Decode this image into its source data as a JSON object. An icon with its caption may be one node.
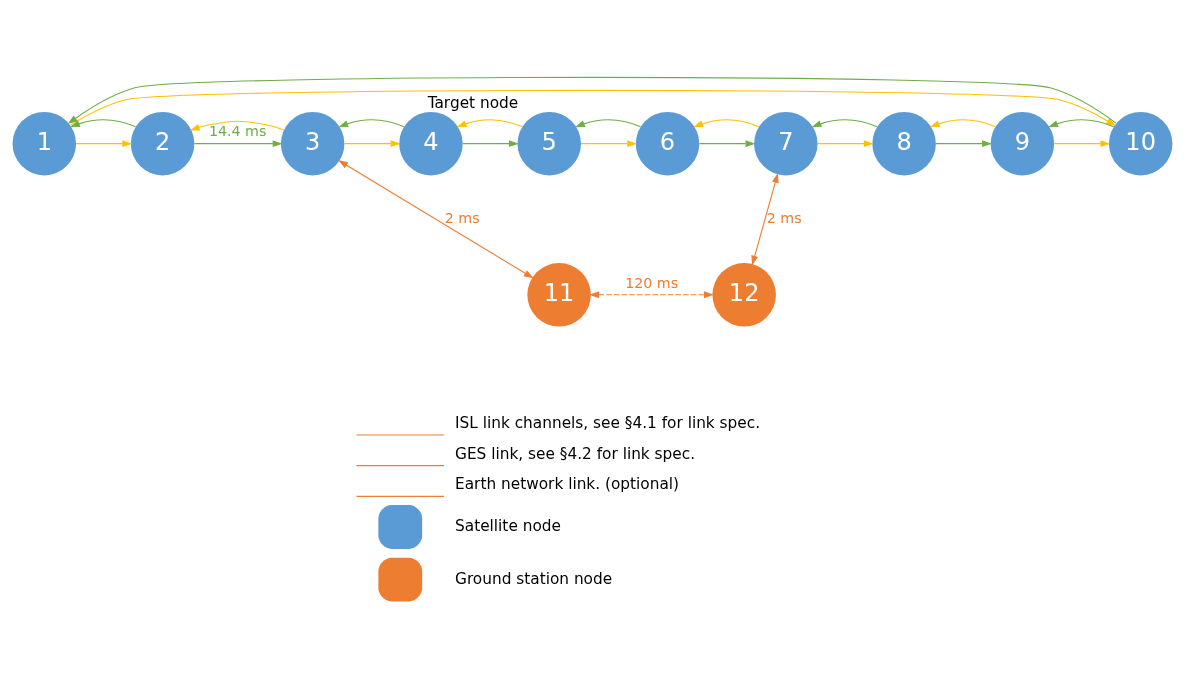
{
  "diagram": {
    "nodes": [
      {
        "text": [
          "1"
        ]
      },
      {
        "text": [
          "2"
        ]
      },
      {
        "text": [
          "3"
        ]
      },
      {
        "text": [
          "4"
        ]
      },
      {
        "text": [
          "5"
        ],
        "beside": [
          "Target node"
        ]
      },
      {
        "text": [
          "6"
        ]
      },
      {
        "text": [
          "7"
        ]
      },
      {
        "text": [
          "8"
        ]
      },
      {
        "text": [
          "9"
        ]
      },
      {
        "text": [
          "10"
        ]
      },
      {
        "text": [
          "11"
        ]
      },
      {
        "text": [
          "12"
        ]
      }
    ],
    "edges": [
      {
        "from": 0,
        "to": 1,
        "arrow": "to",
        "color": "#ffc000"
      },
      {
        "from": 1,
        "to": 2,
        "arrow": "to",
        "color": "#70ad47",
        "label": "14.4 ms"
      },
      {
        "from": 2,
        "to": 3,
        "arrow": "to",
        "color": "#ffc000"
      },
      {
        "from": 3,
        "to": 4,
        "arrow": "to",
        "color": "#70ad47"
      },
      {
        "from": 4,
        "to": 5,
        "arrow": "to",
        "color": "#ffc000"
      },
      {
        "from": 5,
        "to": 6,
        "arrow": "to",
        "color": "#70ad47"
      },
      {
        "from": 6,
        "to": 7,
        "arrow": "to",
        "color": "#ffc000"
      },
      {
        "from": 7,
        "to": 8,
        "arrow": "to",
        "color": "#70ad47"
      },
      {
        "from": 8,
        "to": 9,
        "arrow": "to",
        "color": "#ffc000"
      },
      {
        "from": 1,
        "to": 0,
        "arrow": "to",
        "color": "#70ad47"
      },
      {
        "from": 2,
        "to": 1,
        "arrow": "to",
        "color": "#ffc000"
      },
      {
        "from": 3,
        "to": 2,
        "arrow": "to",
        "color": "#70ad47"
      },
      {
        "from": 4,
        "to": 3,
        "arrow": "to",
        "color": "#ffc000"
      },
      {
        "from": 5,
        "to": 4,
        "arrow": "to",
        "color": "#70ad47"
      },
      {
        "from": 6,
        "to": 5,
        "arrow": "to",
        "color": "#ffc000"
      },
      {
        "from": 7,
        "to": 6,
        "arrow": "to",
        "color": "#70ad47"
      },
      {
        "from": 8,
        "to": 7,
        "arrow": "to",
        "color": "#ffc000"
      },
      {
        "from": 9,
        "to": 8,
        "arrow": "to",
        "color": "#70ad47"
      },
      {
        "from": 0,
        "to": 9,
        "arrow": "to",
        "color": "#ffc000"
      },
      {
        "from": 9,
        "to": 0,
        "arrow": "to",
        "color": "#70ad47"
      },
      {
        "from": 2,
        "to": 10,
        "arrow": "both",
        "color": "#ed7d31",
        "label": "2 ms"
      },
      {
        "from": 6,
        "to": 11,
        "arrow": "both",
        "color": "#ed7d31",
        "label": "2 ms"
      },
      {
        "from": 10,
        "to": 11,
        "arrow": "both",
        "color": "#ed7d31",
        "style": "dashed",
        "label": "120 ms"
      }
    ],
    "legend": [
      {
        "text": "ISL link channels, see §4.1 for link spec."
      },
      {
        "text": "GES link, see §4.2 for link spec."
      },
      {
        "text": "Earth network link. (optional)"
      },
      {
        "text": "Satellite node",
        "color": "#5b9bd5"
      },
      {
        "text": "Ground station node",
        "color": "#ed7d31"
      }
    ]
  }
}
